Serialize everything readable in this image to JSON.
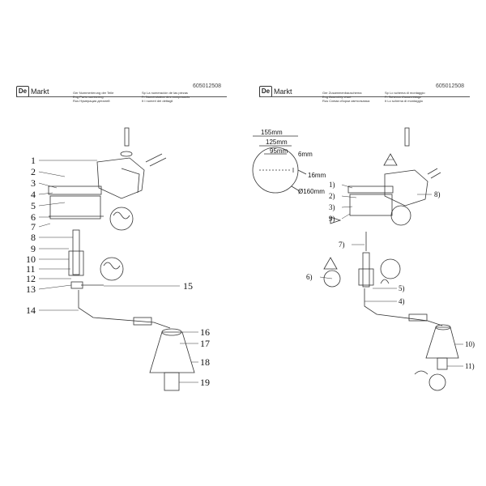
{
  "brand": {
    "logo_mark": "De",
    "logo_word": "Markt"
  },
  "left_sheet": {
    "code": "605012508",
    "header_lines": [
      "Ger Nummerierung der Teile",
      "Eng Parts numbering",
      "Rus Нумерация деталей",
      "Sp La numeración de las piezas",
      "Fr Numérotation des composants",
      "It I numeri dei dettagli"
    ],
    "part_numbers": [
      "1",
      "2",
      "3",
      "4",
      "5",
      "6",
      "7",
      "8",
      "9",
      "10",
      "11",
      "12",
      "13",
      "14",
      "15",
      "16",
      "17",
      "18",
      "19"
    ]
  },
  "right_sheet": {
    "code": "605012508",
    "header_lines": [
      "Ger Zusammenbauschema",
      "Eng Assembly chart",
      "Rus Схема сборки светильника",
      "Sp Lo schema di montaggio",
      "Fr Schéma d'assemblage",
      "It Lo schema di montaggio"
    ],
    "dimensions": {
      "d1": "155mm",
      "d2": "125mm",
      "d3": "95mm",
      "d4": "6mm",
      "d5": "16mm",
      "d6": "Ø160mm"
    },
    "step_labels": [
      "1)",
      "2)",
      "3)",
      "8)",
      "9)",
      "7)",
      "6)",
      "5)",
      "4)",
      "10)",
      "11)"
    ]
  },
  "colors": {
    "line": "#333333",
    "text": "#111111"
  }
}
